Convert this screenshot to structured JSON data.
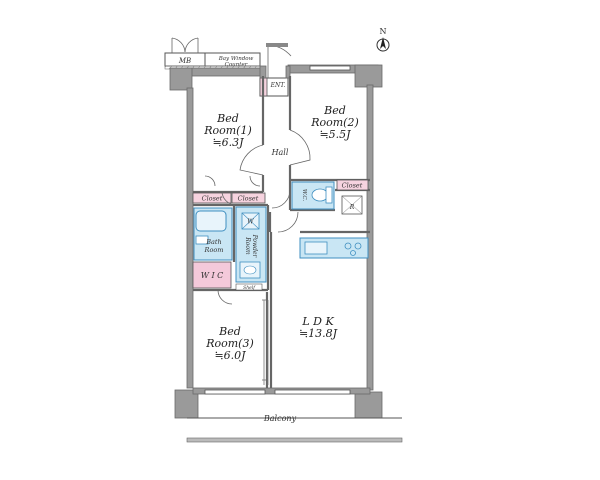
{
  "plan": {
    "north_label": "N",
    "labels": {
      "mb": "MB",
      "bay_window_1": "Bay Window",
      "bay_window_2": "Counter",
      "ent": "ENT.",
      "bed1_1": "Bed",
      "bed1_2": "Room(1)",
      "bed1_3": "≒6.3J",
      "bed2_1": "Bed",
      "bed2_2": "Room(2)",
      "bed2_3": "≒5.5J",
      "hall": "Hall",
      "wc": "W.C.",
      "closet_a": "Closet",
      "closet_b": "Closet",
      "closet_c": "Closet",
      "r": "R",
      "w": "W",
      "bath_1": "Bath",
      "bath_2": "Room",
      "powder_1": "Powder",
      "powder_2": "Room",
      "wic": "W I C",
      "shelf": "Shelf",
      "bed3_1": "Bed",
      "bed3_2": "Room(3)",
      "bed3_3": "≒6.0J",
      "ldk_1": "L D K",
      "ldk_2": "≒13.8J",
      "balcony": "Balcony"
    },
    "colors": {
      "wall": "#9a9a9a",
      "wall_dark": "#7d7d7d",
      "wet_fill": "#c9e6f4",
      "wet_stroke": "#3f8fc0",
      "closet_fill": "#f6d3df",
      "wic_fill": "#f4c9da",
      "line": "#555555"
    }
  }
}
